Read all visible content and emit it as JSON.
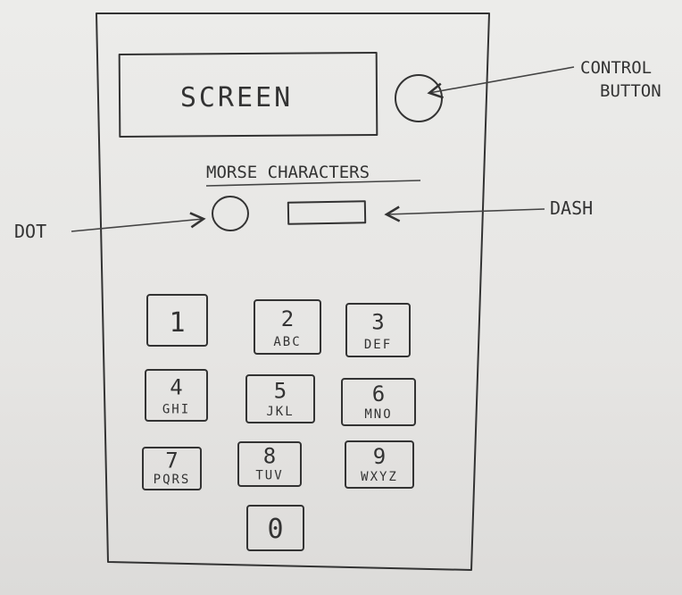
{
  "screen": {
    "label": "SCREEN"
  },
  "control_button": {
    "annotation_line1": "CONTROL",
    "annotation_line2": "BUTTON"
  },
  "morse": {
    "heading": "MORSE CHARACTERS",
    "dot_label": "DOT",
    "dash_label": "DASH"
  },
  "keypad": [
    {
      "digit": "1",
      "letters": ""
    },
    {
      "digit": "2",
      "letters": "ABC"
    },
    {
      "digit": "3",
      "letters": "DEF"
    },
    {
      "digit": "4",
      "letters": "GHI"
    },
    {
      "digit": "5",
      "letters": "JKL"
    },
    {
      "digit": "6",
      "letters": "MNO"
    },
    {
      "digit": "7",
      "letters": "PQRS"
    },
    {
      "digit": "8",
      "letters": "TUV"
    },
    {
      "digit": "9",
      "letters": "WXYZ"
    },
    {
      "digit": "0",
      "letters": ""
    }
  ],
  "colors": {
    "ink": "#333333",
    "paper": "#e9e8e6"
  }
}
